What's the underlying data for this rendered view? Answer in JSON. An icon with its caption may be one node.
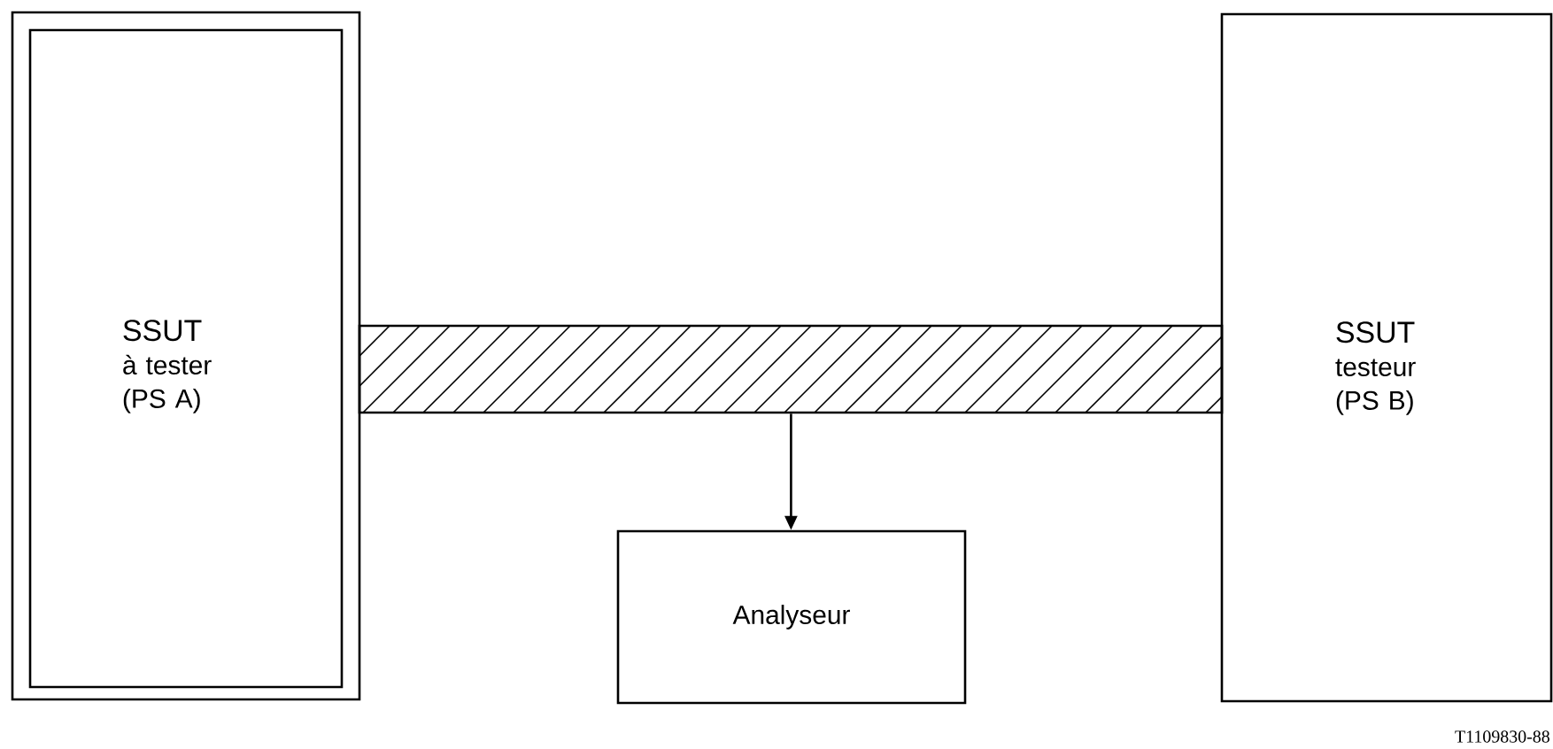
{
  "diagram": {
    "nodes": [
      {
        "text": [
          "SSUT",
          "à tester (PS A)"
        ]
      },
      {
        "text": [
          "SSUT",
          "testeur (PS B)"
        ]
      },
      {
        "text": [],
        "shape": "bar"
      },
      {
        "text": [
          "Analyseur"
        ]
      }
    ],
    "edges": [
      {
        "from": 2,
        "to": 3,
        "arrow": "to"
      }
    ],
    "labels": [
      "T1109830-88"
    ]
  }
}
